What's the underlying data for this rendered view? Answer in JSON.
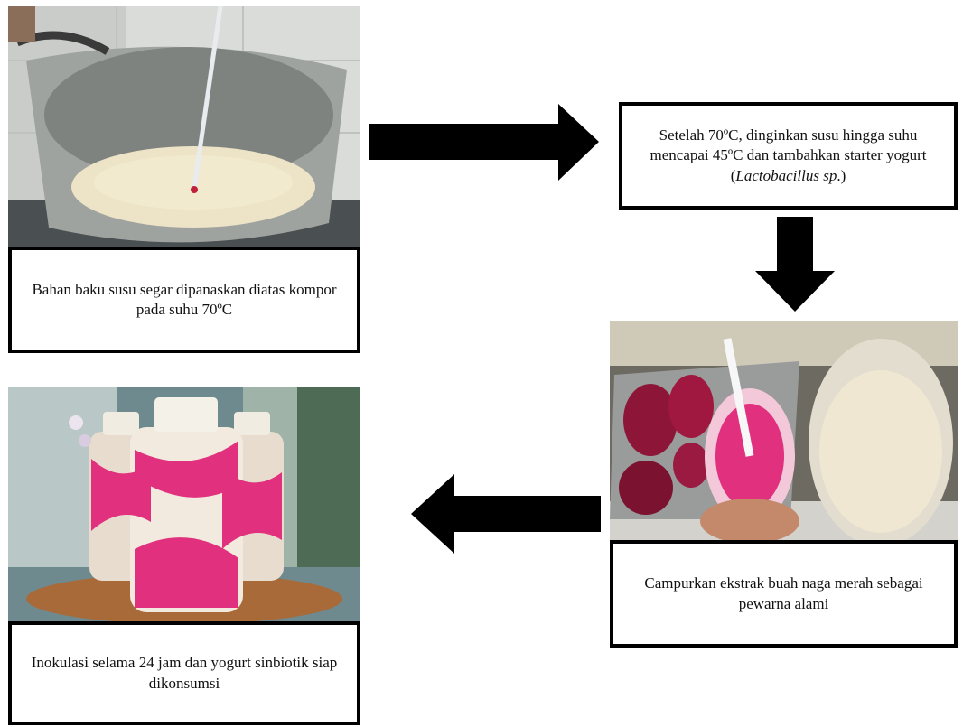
{
  "steps": {
    "step1": {
      "text": "Bahan baku susu segar dipanaskan diatas kompor pada suhu 70ºC"
    },
    "step2": {
      "text_pre": "Setelah 70ºC, dinginkan susu hingga suhu mencapai 45ºC dan tambahkan starter yogurt (",
      "text_italic": "Lactobacillus sp",
      "text_post": ".)"
    },
    "step3": {
      "text": "Campurkan ekstrak buah naga merah sebagai pewarna alami"
    },
    "step4": {
      "text": "Inokulasi selama 24 jam dan yogurt sinbiotik siap dikonsumsi"
    }
  },
  "arrows": [
    {
      "from": "step1",
      "to": "step2",
      "direction": "right"
    },
    {
      "from": "step2",
      "to": "step3",
      "direction": "down"
    },
    {
      "from": "step3",
      "to": "step4",
      "direction": "left"
    }
  ],
  "photos": [
    {
      "name": "milk-heating-pot-photo",
      "subject": "pot of milk on stove with thermometer"
    },
    {
      "name": "dragon-fruit-mixing-photo",
      "subject": "dragon fruit slices, pink mixture and plain milk containers"
    },
    {
      "name": "yogurt-bottles-photo",
      "subject": "three bottles of pink swirled yogurt"
    }
  ],
  "colors": {
    "arrow": "#000000",
    "border": "#000000",
    "dragon_fruit_pink": "#e0307e"
  }
}
